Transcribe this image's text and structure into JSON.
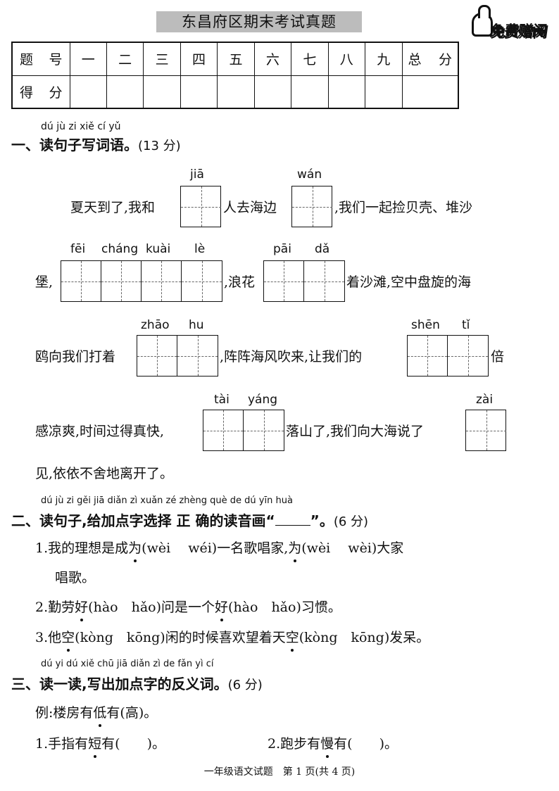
{
  "title": "东昌府区期末考试真题",
  "badge": "免费赠阅",
  "score_table": {
    "row1": [
      "题　号",
      "一",
      "二",
      "三",
      "四",
      "五",
      "六",
      "七",
      "八",
      "九",
      "总　分"
    ],
    "row2_label": "得　分"
  },
  "section1": {
    "pinyin": "dú  jù  zi  xiě  cí  yǔ",
    "title": "一、读句子写词语。",
    "points": "(13 分)",
    "line1": {
      "a": "夏天到了,我和",
      "b": "人去海边",
      "c": ",我们一起捡贝壳、堆沙",
      "py1": "jiā",
      "py2": "wán"
    },
    "line2": {
      "a": "堡,",
      "b": ",浪花",
      "c": "着沙滩,空中盘旋的海",
      "py1": [
        "fēi",
        "cháng",
        "kuài",
        "lè"
      ],
      "py2": [
        "pāi",
        "dǎ"
      ]
    },
    "line3": {
      "a": "鸥向我们打着",
      "b": ",阵阵海风吹来,让我们的",
      "c": "倍",
      "py1": [
        "zhāo",
        "hu"
      ],
      "py2": [
        "shēn",
        "tǐ"
      ]
    },
    "line4": {
      "a": "感凉爽,时间过得真快,",
      "b": "落山了,我们向大海说了",
      "py1": [
        "tài",
        "yáng"
      ],
      "py2": "zài"
    },
    "line5": "见,依依不舍地离开了。"
  },
  "section2": {
    "pinyin": "dú  jù  zi    gěi jiā diǎn zì  xuǎn  zé  zhèng què  de  dú  yīn huà",
    "title_a": "二、读句子,给加点字选择 正 确的读音画“",
    "title_b": "”。",
    "points": "(6 分)",
    "q1a": {
      "n": "1.",
      "pre": "我的理想是成",
      "dot": "为",
      "post": "(wèi　 wéi)一名歌唱家,",
      "dot2": "为",
      "post2": "(wèi　 wèi)大家"
    },
    "q1b": "唱歌。",
    "q2": {
      "n": "2.",
      "pre": "勤劳",
      "dot": "好",
      "post": "(hào　hǎo)问是一个",
      "dot2": "好",
      "post2": "(hào　hǎo)习惯。"
    },
    "q3": {
      "n": "3.",
      "pre": "他",
      "dot": "空",
      "post": "(kòng　kōng)闲的时候喜欢望着天",
      "dot2": "空",
      "post2": "(kòng　kōng)发呆。"
    }
  },
  "section3": {
    "pinyin": "dú  yi  dú    xiě chū jiā diǎn  zì  de  fǎn  yì  cí",
    "title": "三、读一读,写出加点字的反义词。",
    "points": "(6 分)",
    "ex": {
      "pre": "例:楼房有",
      "dot": "低",
      "post": "有(高)。"
    },
    "q1": {
      "n": "1.",
      "pre": "手指有",
      "dot": "短",
      "post": "有(　　)。"
    },
    "q2": {
      "n": "2.",
      "pre": "跑步有",
      "dot": "慢",
      "post": "有(　　)。"
    }
  },
  "footer": "一年级语文试题　第 1 页(共 4 页)"
}
